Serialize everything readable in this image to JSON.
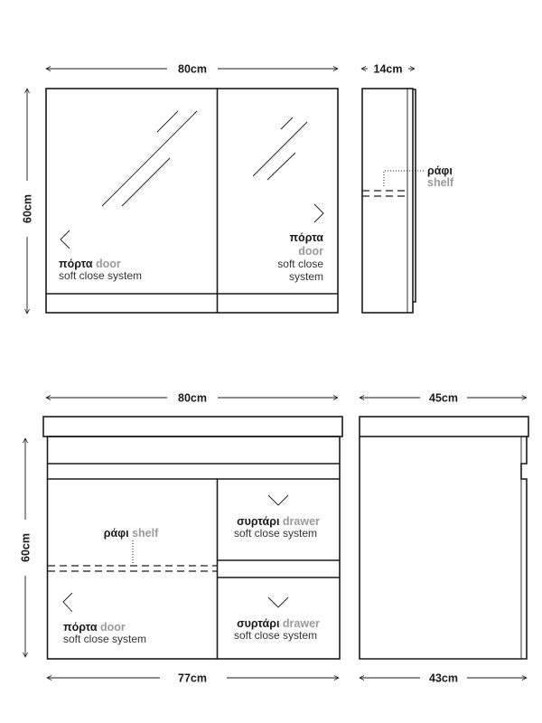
{
  "top_unit": {
    "width": "80cm",
    "height": "60cm",
    "depth": "14cm",
    "left_door": {
      "gr": "πόρτα",
      "en": "door",
      "desc": "soft close system"
    },
    "right_door": {
      "gr": "πόρτα",
      "en": "door",
      "desc1": "soft close",
      "desc2": "system"
    },
    "shelf": {
      "gr": "ράφι",
      "en": "shelf"
    }
  },
  "bottom_unit": {
    "width": "80cm",
    "height": "60cm",
    "depth": "45cm",
    "inner_width": "77cm",
    "inner_depth": "43cm",
    "shelf": {
      "gr": "ράφι",
      "en": "shelf"
    },
    "door": {
      "gr": "πόρτα",
      "en": "door",
      "desc": "soft close system"
    },
    "drawer_top": {
      "gr": "συρτάρι",
      "en": "drawer",
      "desc": "soft close system"
    },
    "drawer_bottom": {
      "gr": "συρτάρι",
      "en": "drawer",
      "desc": "soft close system"
    }
  }
}
